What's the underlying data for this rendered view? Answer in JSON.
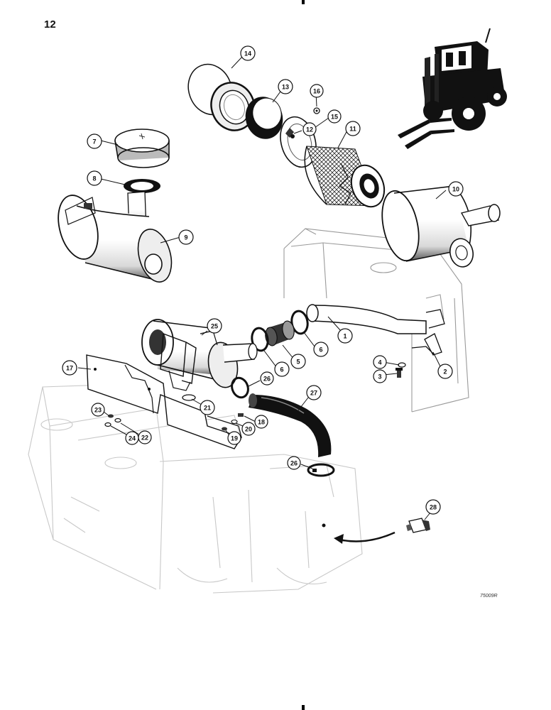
{
  "page_number": "12",
  "reference_code": "75009R",
  "callouts": {
    "c1": "1",
    "c2": "2",
    "c3": "3",
    "c4": "4",
    "c5": "5",
    "c6a": "6",
    "c6b": "6",
    "c7": "7",
    "c8": "8",
    "c9": "9",
    "c10": "10",
    "c11": "11",
    "c12": "12",
    "c13": "13",
    "c14": "14",
    "c15": "15",
    "c16": "16",
    "c17": "17",
    "c18": "18",
    "c19": "19",
    "c20": "20",
    "c21": "21",
    "c22": "22",
    "c23": "23",
    "c24": "24",
    "c25": "25",
    "c26a": "26",
    "c26b": "26",
    "c27": "27",
    "c28": "28"
  }
}
